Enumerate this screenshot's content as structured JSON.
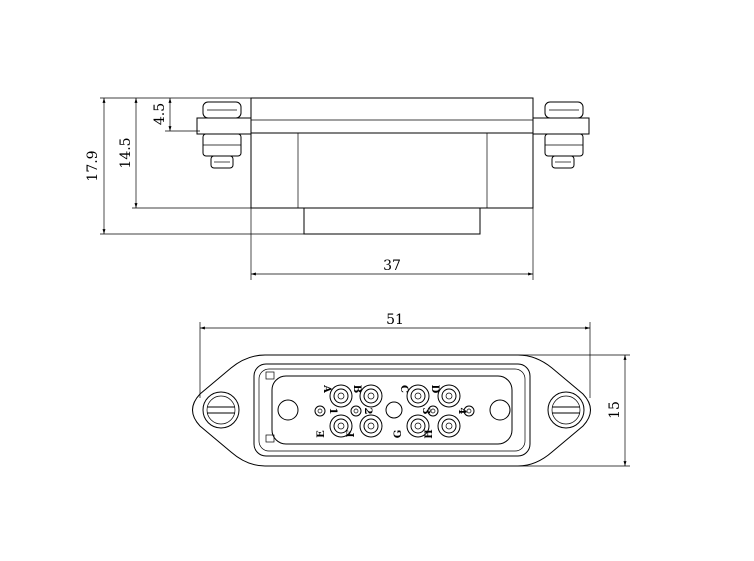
{
  "side_view": {
    "dimensions": {
      "overall_height": "17.9",
      "body_height": "14.5",
      "flange_thickness": "4.5",
      "body_width": "37"
    }
  },
  "front_view": {
    "dimensions": {
      "overall_width": "51",
      "height": "15"
    },
    "contacts": {
      "large_top": [
        "A",
        "B",
        "C",
        "D"
      ],
      "large_bottom": [
        "E",
        "F",
        "G",
        "H"
      ],
      "small": [
        "1",
        "2",
        "3",
        "4"
      ]
    }
  }
}
